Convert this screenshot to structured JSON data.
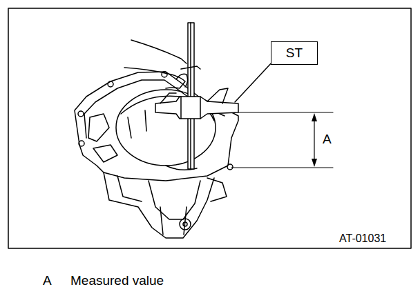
{
  "diagram": {
    "nodes": [
      {
        "text": [
          "ST"
        ]
      }
    ],
    "labels": [
      "A",
      "AT-01031",
      "A",
      "Measured value"
    ]
  }
}
